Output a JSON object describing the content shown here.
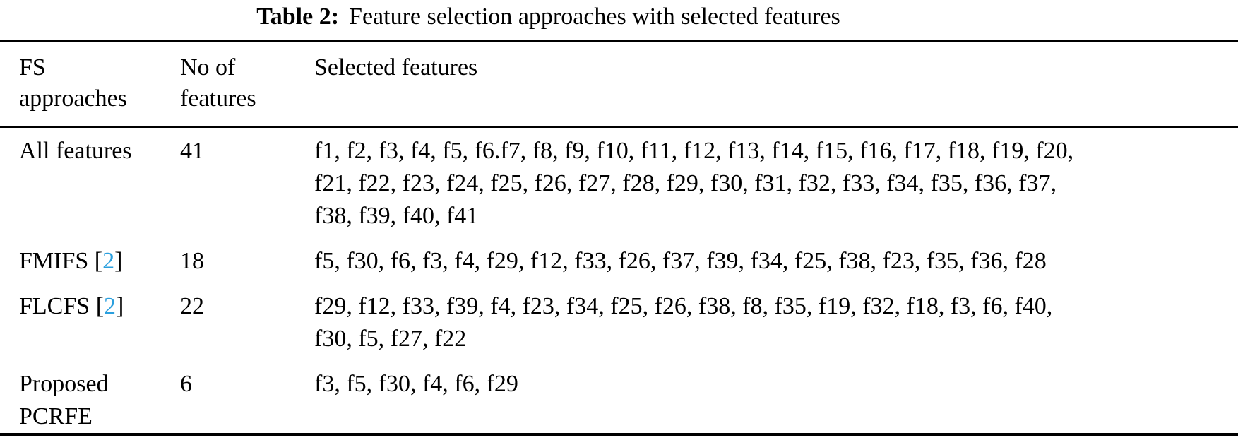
{
  "caption": {
    "label": "Table 2:",
    "text": "Feature selection approaches with selected features"
  },
  "table": {
    "headers": [
      "FS\napproaches",
      "No of\nfeatures",
      "Selected features"
    ],
    "citation_color": "#2A9FDE",
    "rows": [
      {
        "method": "All features",
        "count": "41",
        "features": "f1, f2, f3, f4, f5, f6.f7, f8, f9, f10, f11, f12, f13, f14, f15, f16, f17, f18, f19, f20,\nf21, f22, f23, f24, f25, f26, f27, f28, f29, f30, f31, f32, f33, f34, f35, f36, f37,\nf38, f39, f40, f41"
      },
      {
        "method": "FMIFS",
        "cite_open": " [",
        "cite": "2",
        "cite_close": "]",
        "count": "18",
        "features": "f5, f30, f6, f3, f4, f29, f12, f33, f26, f37, f39, f34, f25, f38, f23, f35, f36, f28"
      },
      {
        "method": "FLCFS",
        "cite_open": " [",
        "cite": "2",
        "cite_close": "]",
        "count": "22",
        "features": "f29, f12, f33, f39, f4, f23, f34, f25, f26, f38, f8, f35, f19, f32, f18, f3, f6, f40,\nf30, f5, f27, f22"
      },
      {
        "method": "Proposed\nPCRFE",
        "count": "6",
        "features": "f3, f5, f30, f4, f6, f29"
      }
    ]
  }
}
